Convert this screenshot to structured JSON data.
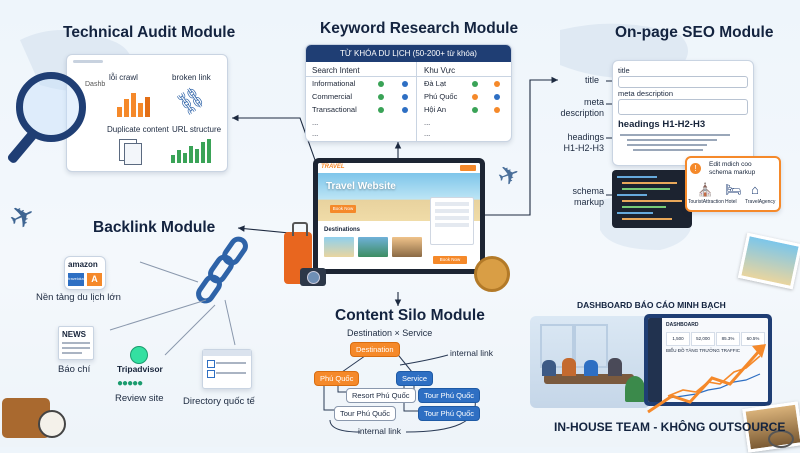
{
  "colors": {
    "navy": "#1f3e74",
    "orange": "#f5892a",
    "blue": "#2e6fc3",
    "green": "#3aa357",
    "bg": "#eef5fb"
  },
  "technical_audit": {
    "title": "Technical Audit Module",
    "tiles": [
      "lỗi crawl",
      "broken link",
      "Duplicate content",
      "URL structure"
    ],
    "badge": "Dashb"
  },
  "keyword": {
    "title": "Keyword Research Module",
    "table_title": "TỪ KHÓA DU LỊCH (50-200+ từ khóa)",
    "col1": "Search Intent",
    "col2": "Khu Vực",
    "rows": [
      {
        "intent": "Informational",
        "region": "Đà Lạt"
      },
      {
        "intent": "Commercial",
        "region": "Phú Quốc"
      },
      {
        "intent": "Transactional",
        "region": "Hội An"
      },
      {
        "intent": "...",
        "region": "..."
      },
      {
        "intent": "...",
        "region": "..."
      }
    ]
  },
  "onpage": {
    "title": "On-page SEO Module",
    "labels": [
      "title",
      "meta description",
      "headings H1-H2-H3",
      "schema markup"
    ],
    "field_title": "title",
    "field_meta": "meta description",
    "headings": "headings H1-H2-H3",
    "schema_caption": "Edit mdich coo schema markup",
    "schema_items": [
      "TouristAttraction",
      "Hotel",
      "TravelAgency"
    ]
  },
  "website": {
    "logo": "TRAVEL",
    "hero": "Travel Website",
    "hero_button": "Book Now",
    "section": "Destinations",
    "search_button": "Book Now"
  },
  "backlink": {
    "title": "Backlink Module",
    "items": [
      "Nền tảng du lịch lớn",
      "Báo chí",
      "Review site",
      "Directory quốc tế"
    ],
    "brands": [
      "amazon",
      "traveloka",
      "NEWS",
      "Tripadvisor"
    ]
  },
  "silo": {
    "title": "Content Silo Module",
    "subtitle": "Destination × Service",
    "nodes": {
      "destination": "Destination",
      "phuquoc": "Phú Quốc",
      "service": "Service",
      "resort": "Resort Phú Quốc",
      "tour1": "Tour Phú Quốc",
      "tour2": "Tour Phú Quốc",
      "tour3": "Tour Phú Quốc"
    },
    "link1": "internal link",
    "link2": "internal link"
  },
  "dashboard": {
    "title": "DASHBOARD BÁO CÁO MINH BẠCH",
    "screen_title": "DASHBOARD",
    "chart_label": "BIỂU ĐỒ TĂNG TRƯỞNG TRAFFIC",
    "kpis": [
      "1,500",
      "52,000",
      "85.3%",
      "60.5%"
    ]
  },
  "footer": "IN-HOUSE TEAM - KHÔNG OUTSOURCE"
}
